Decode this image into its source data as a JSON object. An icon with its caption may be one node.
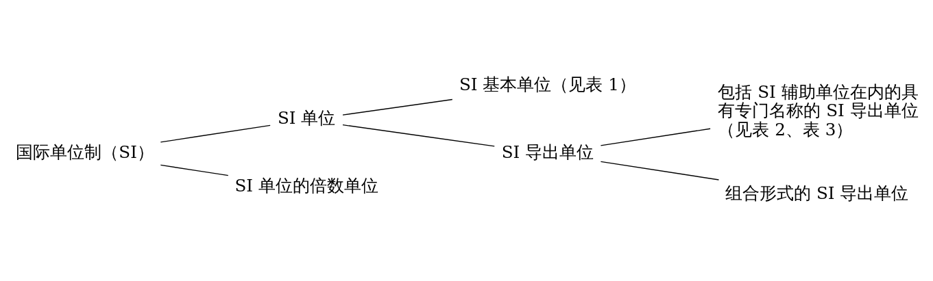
{
  "diagram": {
    "nodes": [
      {
        "text": [
          "国际单位制（SI）"
        ]
      },
      {
        "text": [
          "SI 单位"
        ]
      },
      {
        "text": [
          "SI 单位的倍数单位"
        ]
      },
      {
        "text": [
          "SI 基本单位（见表 1）"
        ]
      },
      {
        "text": [
          "SI 导出单位"
        ]
      },
      {
        "text": [
          "包括 SI 辅助单位在内的具有专门名称的 SI 导出单位（见表 2、表 3）"
        ]
      },
      {
        "text": [
          "组合形式的 SI 导出单位"
        ]
      }
    ],
    "edges": [
      {
        "from": 0,
        "to": 1,
        "arrow": "none"
      },
      {
        "from": 0,
        "to": 2,
        "arrow": "none"
      },
      {
        "from": 1,
        "to": 3,
        "arrow": "none"
      },
      {
        "from": 1,
        "to": 4,
        "arrow": "none"
      },
      {
        "from": 4,
        "to": 5,
        "arrow": "none"
      },
      {
        "from": 4,
        "to": 6,
        "arrow": "none"
      }
    ]
  }
}
